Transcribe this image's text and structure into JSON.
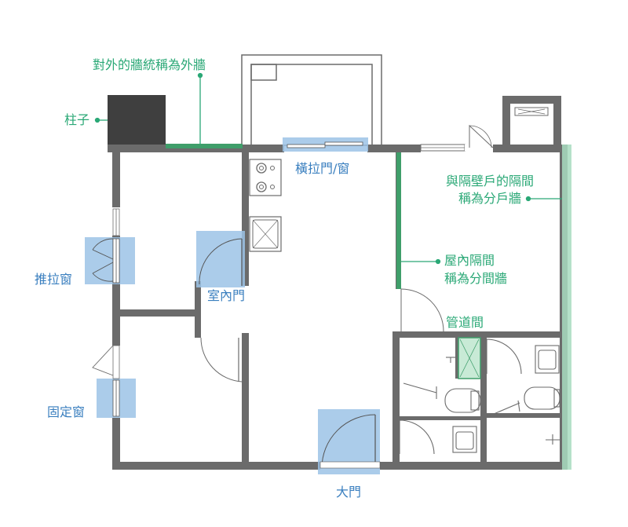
{
  "labels": {
    "exterior_wall": "對外的牆統稱為外牆",
    "column": "柱子",
    "sliding_door_window": "橫拉門/窗",
    "party_wall_line1": "與隔壁戶的隔間",
    "party_wall_line2": "稱為分戶牆",
    "partition_line1": "屋內隔間",
    "partition_line2": "稱為分間牆",
    "casement_window": "推拉窗",
    "interior_door": "室內門",
    "shaft": "管道間",
    "fixed_window": "固定窗",
    "main_door": "大門"
  },
  "colors": {
    "wall": "#6b6b6b",
    "column": "#3f3f3f",
    "green_annotation": "#2aa876",
    "blue_annotation": "#3a7fbf",
    "blue_highlight": "#9cc3e6",
    "exterior_wall_highlight": "#3f9e6a",
    "party_wall_highlight": "#a8dcc0"
  }
}
